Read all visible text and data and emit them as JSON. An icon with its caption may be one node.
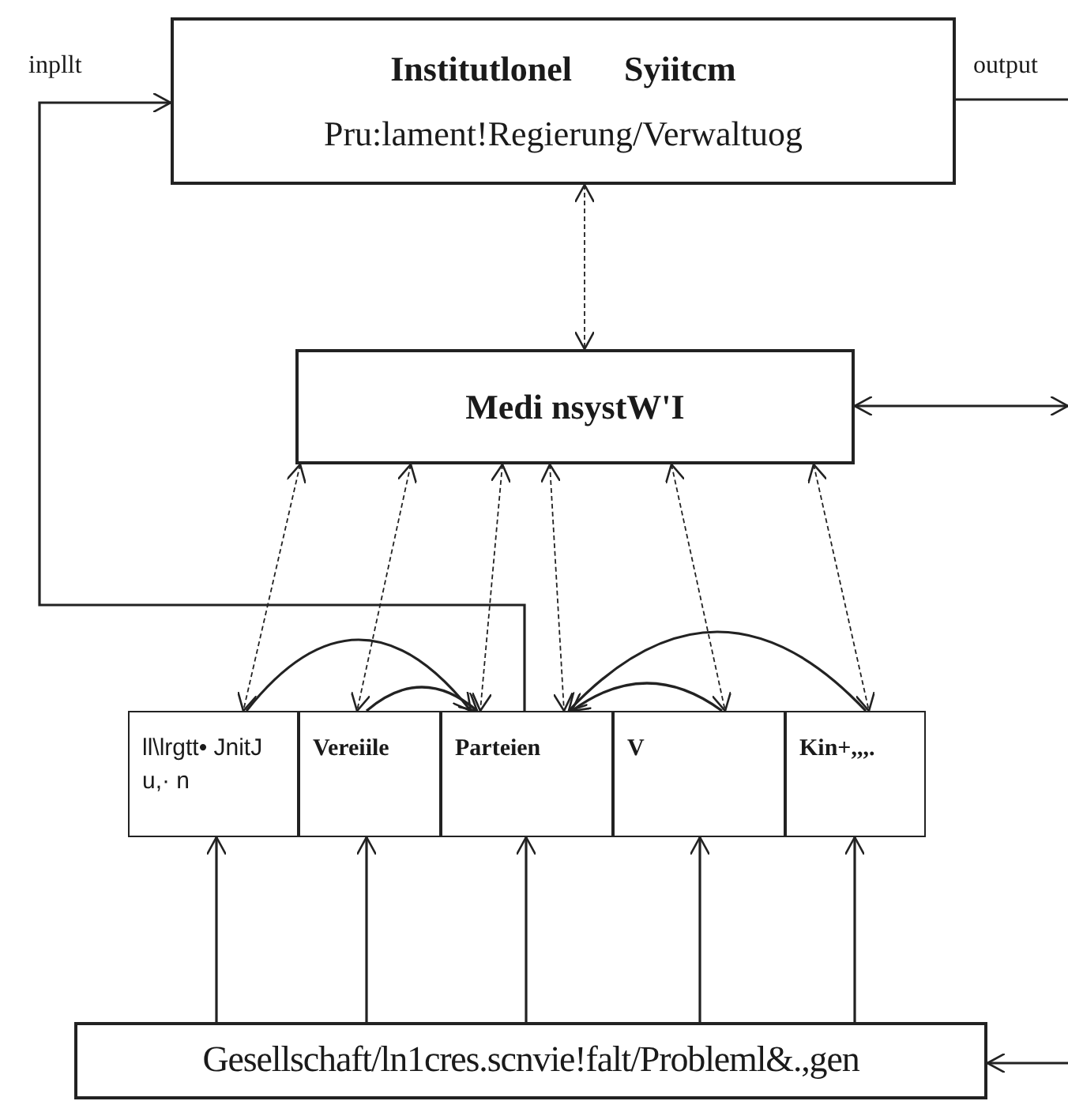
{
  "diagram": {
    "nodes": [
      {
        "text": [
          "Institutlonel      Syiitcm",
          "Pru:lament!Regierung/Verwaltuog"
        ]
      },
      {
        "text": [
          "Medi nsystW'I"
        ]
      },
      {
        "text": [
          "ll\\lrgtt• JnitJ u,· n"
        ]
      },
      {
        "text": [
          "Vereiile"
        ]
      },
      {
        "text": [
          "Parteien"
        ]
      },
      {
        "text": [
          "V"
        ]
      },
      {
        "text": [
          "Kin+,,,."
        ]
      },
      {
        "text": [
          "Gesellschaft/ln1cres.scnvie!falt/Probleml&.,gen"
        ]
      }
    ],
    "edges": [
      {
        "from": 4,
        "to": 0,
        "arrow": "to",
        "label": "inpllt"
      },
      {
        "from": 0,
        "to": null,
        "arrow": "none",
        "label": "output"
      },
      {
        "from": 0,
        "to": 1,
        "arrow": "both",
        "style": "dashed"
      },
      {
        "from": 1,
        "to": null,
        "arrow": "both"
      },
      {
        "from": 1,
        "to": 2,
        "arrow": "both",
        "style": "dashed"
      },
      {
        "from": 1,
        "to": 3,
        "arrow": "both",
        "style": "dashed"
      },
      {
        "from": 1,
        "to": 4,
        "arrow": "both",
        "style": "dashed"
      },
      {
        "from": 1,
        "to": 4,
        "arrow": "both",
        "style": "dashed"
      },
      {
        "from": 1,
        "to": 5,
        "arrow": "both",
        "style": "dashed"
      },
      {
        "from": 1,
        "to": 6,
        "arrow": "both",
        "style": "dashed"
      },
      {
        "from": 2,
        "to": 4,
        "arrow": "to"
      },
      {
        "from": 3,
        "to": 4,
        "arrow": "to"
      },
      {
        "from": 6,
        "to": 4,
        "arrow": "to"
      },
      {
        "from": 5,
        "to": 4,
        "arrow": "to"
      },
      {
        "from": 7,
        "to": 2,
        "arrow": "to"
      },
      {
        "from": 7,
        "to": 3,
        "arrow": "to"
      },
      {
        "from": 7,
        "to": 4,
        "arrow": "to"
      },
      {
        "from": 7,
        "to": 5,
        "arrow": "to"
      },
      {
        "from": 7,
        "to": 6,
        "arrow": "to"
      },
      {
        "from": null,
        "to": 7,
        "arrow": "to"
      }
    ]
  }
}
